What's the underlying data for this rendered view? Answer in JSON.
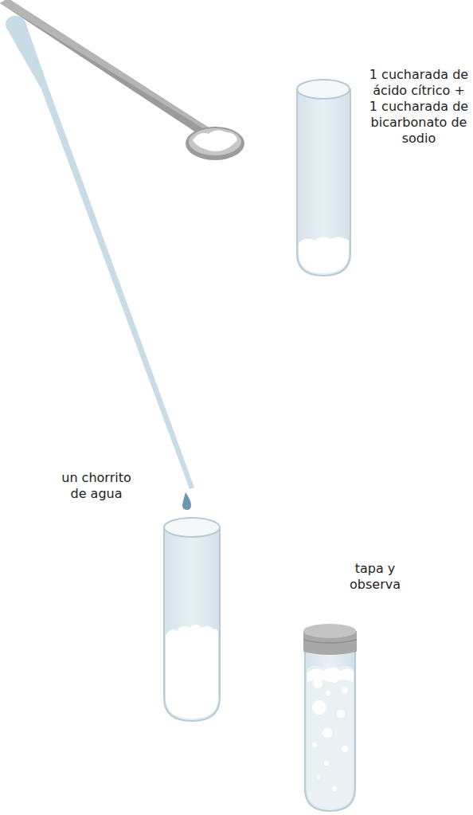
{
  "diagram": {
    "labels": [
      "1 cucharada de ácido cítrico + 1 cucharada de bicarbonato de sodio",
      "un chorrito de agua",
      "tapa y observa"
    ]
  }
}
